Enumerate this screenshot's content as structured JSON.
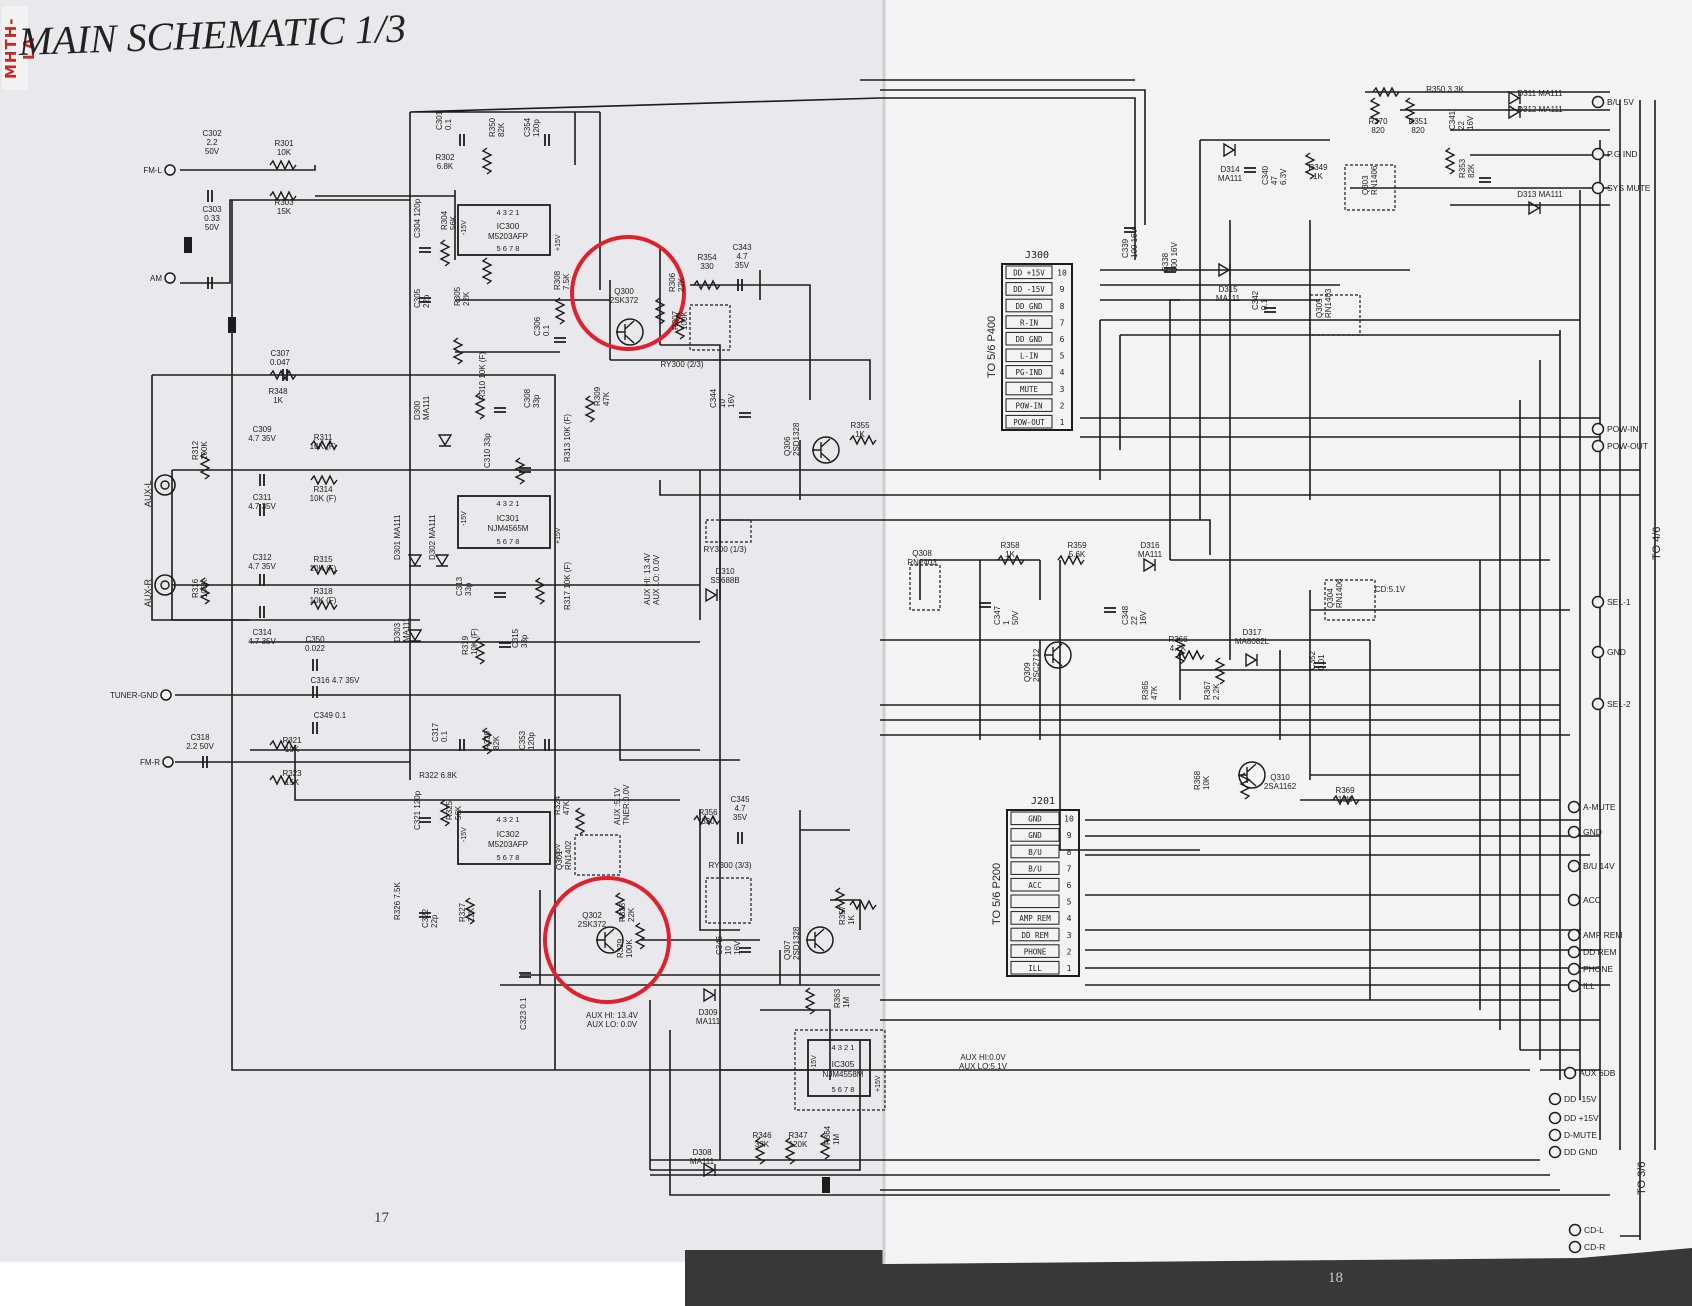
{
  "title": "MAIN SCHEMATIC 1/3",
  "watermark": "MHTH-LA",
  "page_numbers": {
    "left": "17",
    "right": "18"
  },
  "colors": {
    "paper_left": "#e9e9ed",
    "paper_right": "#f3f3f5",
    "ink": "#1c1c1c",
    "highlight": "#e0202a",
    "background": "#3a3836"
  },
  "left_inputs": [
    {
      "id": "fm_l",
      "label": "FM-L"
    },
    {
      "id": "am",
      "label": "AM"
    },
    {
      "id": "aux_l",
      "label": "AUX-L"
    },
    {
      "id": "aux_r",
      "label": "AUX-R"
    },
    {
      "id": "tuner_gnd",
      "label": "TUNER-GND"
    },
    {
      "id": "fm_r",
      "label": "FM-R"
    }
  ],
  "right_terminals": [
    {
      "id": "bu5v",
      "label": "B/U 5V"
    },
    {
      "id": "pgind",
      "label": "P.G IND"
    },
    {
      "id": "sysmute",
      "label": "SYS MUTE"
    },
    {
      "id": "powin",
      "label": "POW-IN"
    },
    {
      "id": "powout",
      "label": "POW-OUT"
    },
    {
      "id": "sel1",
      "label": "SEL-1"
    },
    {
      "id": "gnd1",
      "label": "GND"
    },
    {
      "id": "sel2",
      "label": "SEL-2"
    },
    {
      "id": "amute",
      "label": "A-MUTE"
    },
    {
      "id": "gnd2",
      "label": "GND"
    },
    {
      "id": "bu14v",
      "label": "B/U 14V"
    },
    {
      "id": "acc",
      "label": "ACC"
    },
    {
      "id": "amprem",
      "label": "AMP REM"
    },
    {
      "id": "ddrem",
      "label": "DD REM"
    },
    {
      "id": "phone",
      "label": "PHONE"
    },
    {
      "id": "ill",
      "label": "ILL"
    },
    {
      "id": "aux6db",
      "label": "AUX 6DB"
    },
    {
      "id": "dd15n",
      "label": "DD -15V"
    },
    {
      "id": "dd15p",
      "label": "DD +15V"
    },
    {
      "id": "dmute",
      "label": "D-MUTE"
    },
    {
      "id": "ddgnd",
      "label": "DD GND"
    },
    {
      "id": "cdl",
      "label": "CD-L"
    },
    {
      "id": "cdr",
      "label": "CD-R"
    }
  ],
  "side_labels": {
    "to46": "TO 4/6",
    "to36": "TO 3/6",
    "to56_p400": "TO 5/6 P400",
    "to56_p200": "TO 5/6 P200"
  },
  "connectors": {
    "j300": {
      "name": "J300",
      "pins": [
        "DD +15V",
        "DD -15V",
        "DD GND",
        "R-IN",
        "DD GND",
        "L-IN",
        "PG-IND",
        "MUTE",
        "POW-IN",
        "POW-OUT"
      ],
      "numbers": [
        "10",
        "9",
        "8",
        "7",
        "6",
        "5",
        "4",
        "3",
        "2",
        "1"
      ]
    },
    "j201": {
      "name": "J201",
      "pins": [
        "GND",
        "GND",
        "B/U",
        "B/U",
        "ACC",
        "",
        "AMP REM",
        "DD REM",
        "PHONE",
        "ILL"
      ],
      "numbers": [
        "10",
        "9",
        "8",
        "7",
        "6",
        "5",
        "4",
        "3",
        "2",
        "1"
      ]
    }
  },
  "ics": [
    {
      "id": "ic300",
      "name": "IC300",
      "part": "M5203AFP",
      "top_pins": "4 3 2 1",
      "bottom_pins": "5 6 7 8",
      "neg": "-15V",
      "pos": "+15V"
    },
    {
      "id": "ic301",
      "name": "IC301",
      "part": "NJM4565M",
      "top_pins": "4 3 2 1",
      "bottom_pins": "5 6 7 8",
      "neg": "-15V",
      "pos": "+15V"
    },
    {
      "id": "ic302",
      "name": "IC302",
      "part": "M5203AFP",
      "top_pins": "4 3 2 1",
      "bottom_pins": "5 6 7 8",
      "neg": "-15V",
      "pos": "+15V"
    },
    {
      "id": "ic305",
      "name": "IC305",
      "part": "NJM4558M",
      "top_pins": "4 3 2 1",
      "bottom_pins": "5 6 7 8",
      "neg": "-15V",
      "pos": "+15V"
    }
  ],
  "component_labels": [
    {
      "id": "c302",
      "lines": [
        "C302",
        "2.2",
        "50V"
      ]
    },
    {
      "id": "r301",
      "lines": [
        "R301",
        "10K"
      ]
    },
    {
      "id": "r303",
      "lines": [
        "R303",
        "15K"
      ]
    },
    {
      "id": "c303",
      "lines": [
        "C303",
        "0.33",
        "50V"
      ]
    },
    {
      "id": "c307",
      "lines": [
        "C307",
        "0.047"
      ]
    },
    {
      "id": "r348",
      "lines": [
        "R348",
        "1K"
      ]
    },
    {
      "id": "c309",
      "lines": [
        "C309",
        "4.7 35V"
      ]
    },
    {
      "id": "r311",
      "lines": [
        "R311",
        "10K (F)"
      ]
    },
    {
      "id": "r312",
      "lines": [
        "R312",
        "100K"
      ]
    },
    {
      "id": "c311",
      "lines": [
        "C311",
        "4.7 35V"
      ]
    },
    {
      "id": "r314",
      "lines": [
        "R314",
        "10K (F)"
      ]
    },
    {
      "id": "c312",
      "lines": [
        "C312",
        "4.7 35V"
      ]
    },
    {
      "id": "r315",
      "lines": [
        "R315",
        "10K (F)"
      ]
    },
    {
      "id": "r316",
      "lines": [
        "R316",
        "100K"
      ]
    },
    {
      "id": "r318",
      "lines": [
        "R318",
        "10K (F)"
      ]
    },
    {
      "id": "c314",
      "lines": [
        "C314",
        "4.7 35V"
      ]
    },
    {
      "id": "c350",
      "lines": [
        "C350",
        "0.022"
      ]
    },
    {
      "id": "c316",
      "lines": [
        "C316 4.7 35V"
      ]
    },
    {
      "id": "c349",
      "lines": [
        "C349 0.1"
      ]
    },
    {
      "id": "c318",
      "lines": [
        "C318",
        "2.2 50V"
      ]
    },
    {
      "id": "r321",
      "lines": [
        "R321",
        "10K"
      ]
    },
    {
      "id": "r323",
      "lines": [
        "R323",
        "15K"
      ]
    },
    {
      "id": "c301",
      "lines": [
        "C301",
        "0.1"
      ]
    },
    {
      "id": "r302",
      "lines": [
        "R302",
        "6.8K"
      ]
    },
    {
      "id": "r350a",
      "lines": [
        "R350",
        "82K"
      ]
    },
    {
      "id": "c354",
      "lines": [
        "C354",
        "120p"
      ]
    },
    {
      "id": "c304",
      "lines": [
        "C304 120p"
      ]
    },
    {
      "id": "r304",
      "lines": [
        "R304",
        "56K"
      ]
    },
    {
      "id": "c305",
      "lines": [
        "C305",
        "22p"
      ]
    },
    {
      "id": "r305",
      "lines": [
        "R305",
        "22K"
      ]
    },
    {
      "id": "r308",
      "lines": [
        "R308",
        "7.5K"
      ]
    },
    {
      "id": "c306",
      "lines": [
        "C306",
        "0.1"
      ]
    },
    {
      "id": "q300",
      "lines": [
        "Q300",
        "2SK372"
      ]
    },
    {
      "id": "r306",
      "lines": [
        "R306",
        "22K"
      ]
    },
    {
      "id": "r307",
      "lines": [
        "R307",
        "100K"
      ]
    },
    {
      "id": "r354",
      "lines": [
        "R354",
        "330"
      ]
    },
    {
      "id": "c343",
      "lines": [
        "C343",
        "4.7",
        "35V"
      ]
    },
    {
      "id": "ry300a",
      "lines": [
        "RY300 (2/3)"
      ]
    },
    {
      "id": "c344",
      "lines": [
        "C344",
        "10",
        "16V"
      ]
    },
    {
      "id": "q306",
      "lines": [
        "Q306",
        "2SD1328"
      ]
    },
    {
      "id": "r355",
      "lines": [
        "R355",
        "1K"
      ]
    },
    {
      "id": "r309",
      "lines": [
        "R309",
        "47K"
      ]
    },
    {
      "id": "d300",
      "lines": [
        "D300",
        "MA111"
      ]
    },
    {
      "id": "r310",
      "lines": [
        "R310 10K (F)"
      ]
    },
    {
      "id": "c308",
      "lines": [
        "C308",
        "33p"
      ]
    },
    {
      "id": "c310",
      "lines": [
        "C310 33p"
      ]
    },
    {
      "id": "r313",
      "lines": [
        "R313 10K (F)"
      ]
    },
    {
      "id": "d301",
      "lines": [
        "D301 MA111"
      ]
    },
    {
      "id": "d302",
      "lines": [
        "D302 MA111"
      ]
    },
    {
      "id": "c313",
      "lines": [
        "C313",
        "33p"
      ]
    },
    {
      "id": "r317",
      "lines": [
        "R317 10K (F)"
      ]
    },
    {
      "id": "d303",
      "lines": [
        "D303",
        "MA111"
      ]
    },
    {
      "id": "r319",
      "lines": [
        "R319",
        "10K (F)"
      ]
    },
    {
      "id": "c315",
      "lines": [
        "C315",
        "33p"
      ]
    },
    {
      "id": "auxhi1",
      "lines": [
        "AUX HI: 13.4V",
        "AUX LO: 0.0V"
      ]
    },
    {
      "id": "ry300b",
      "lines": [
        "RY300 (1/3)"
      ]
    },
    {
      "id": "d310",
      "lines": [
        "D310",
        "SS688B"
      ]
    },
    {
      "id": "c317",
      "lines": [
        "C317",
        "0.1"
      ]
    },
    {
      "id": "r320",
      "lines": [
        "R320",
        "82K"
      ]
    },
    {
      "id": "c353",
      "lines": [
        "C353",
        "120p"
      ]
    },
    {
      "id": "r322",
      "lines": [
        "R322 6.8K"
      ]
    },
    {
      "id": "c321",
      "lines": [
        "C321 120p"
      ]
    },
    {
      "id": "r325",
      "lines": [
        "R325",
        "56K"
      ]
    },
    {
      "id": "r324",
      "lines": [
        "R324",
        "47K"
      ]
    },
    {
      "id": "q301",
      "lines": [
        "Q301",
        "RN1402"
      ]
    },
    {
      "id": "aux15",
      "lines": [
        "AUX :5.1V",
        "TNER:0.0V"
      ]
    },
    {
      "id": "r326",
      "lines": [
        "R326 7.5K"
      ]
    },
    {
      "id": "c322",
      "lines": [
        "C322",
        "22p"
      ]
    },
    {
      "id": "r327",
      "lines": [
        "R327",
        "22K"
      ]
    },
    {
      "id": "q302",
      "lines": [
        "Q302",
        "2SK372"
      ]
    },
    {
      "id": "r328",
      "lines": [
        "R328",
        "22K"
      ]
    },
    {
      "id": "r329",
      "lines": [
        "R329",
        "100K"
      ]
    },
    {
      "id": "c323",
      "lines": [
        "C323 0.1"
      ]
    },
    {
      "id": "auxhi2",
      "lines": [
        "AUX HI: 13.4V",
        "AUX LO: 0.0V"
      ]
    },
    {
      "id": "r356",
      "lines": [
        "R356",
        "330"
      ]
    },
    {
      "id": "c345",
      "lines": [
        "C345",
        "4.7",
        "35V"
      ]
    },
    {
      "id": "ry300c",
      "lines": [
        "RY300 (3/3)"
      ]
    },
    {
      "id": "c346",
      "lines": [
        "C346",
        "10",
        "16V"
      ]
    },
    {
      "id": "q307",
      "lines": [
        "Q307",
        "2SD1328"
      ]
    },
    {
      "id": "r357",
      "lines": [
        "R357",
        "1K"
      ]
    },
    {
      "id": "d309",
      "lines": [
        "D309",
        "MA111"
      ]
    },
    {
      "id": "r363",
      "lines": [
        "R363",
        "1M"
      ]
    },
    {
      "id": "auxhi3",
      "lines": [
        "AUX HI:0.0V",
        "AUX LO:5.1V"
      ]
    },
    {
      "id": "d308",
      "lines": [
        "D308",
        "MA111"
      ]
    },
    {
      "id": "r346",
      "lines": [
        "R346",
        "33K"
      ]
    },
    {
      "id": "r347",
      "lines": [
        "R347",
        "120K"
      ]
    },
    {
      "id": "r364",
      "lines": [
        "R364",
        "1M"
      ]
    },
    {
      "id": "r350b",
      "lines": [
        "R350 3.3K"
      ]
    },
    {
      "id": "d311",
      "lines": [
        "D311 MA111"
      ]
    },
    {
      "id": "d312",
      "lines": [
        "D312 MA111"
      ]
    },
    {
      "id": "r370",
      "lines": [
        "R370",
        "820"
      ]
    },
    {
      "id": "r351",
      "lines": [
        "R351",
        "820"
      ]
    },
    {
      "id": "c341",
      "lines": [
        "C341",
        "22",
        "16V"
      ]
    },
    {
      "id": "d314",
      "lines": [
        "D314",
        "MA111"
      ]
    },
    {
      "id": "c340",
      "lines": [
        "C340",
        "47",
        "6.3V"
      ]
    },
    {
      "id": "r349",
      "lines": [
        "R349",
        "1K"
      ]
    },
    {
      "id": "q303",
      "lines": [
        "Q303",
        "RN1406"
      ]
    },
    {
      "id": "r353",
      "lines": [
        "R353",
        "82K"
      ]
    },
    {
      "id": "d313",
      "lines": [
        "D313 MA111"
      ]
    },
    {
      "id": "c339",
      "lines": [
        "C339",
        "100 16V"
      ]
    },
    {
      "id": "c338",
      "lines": [
        "C338",
        "100 16V"
      ]
    },
    {
      "id": "d315",
      "lines": [
        "D315",
        "MA111"
      ]
    },
    {
      "id": "c342",
      "lines": [
        "C342",
        "0.1"
      ]
    },
    {
      "id": "q305",
      "lines": [
        "Q305",
        "RN1403"
      ]
    },
    {
      "id": "q308",
      "lines": [
        "Q308",
        "RN2403"
      ]
    },
    {
      "id": "r358",
      "lines": [
        "R358",
        "1K"
      ]
    },
    {
      "id": "r359",
      "lines": [
        "R359",
        "5.6K"
      ]
    },
    {
      "id": "d316",
      "lines": [
        "D316",
        "MA111"
      ]
    },
    {
      "id": "c347",
      "lines": [
        "C347",
        "1",
        "50V"
      ]
    },
    {
      "id": "c348",
      "lines": [
        "C348",
        "22",
        "16V"
      ]
    },
    {
      "id": "q309",
      "lines": [
        "Q309",
        "2SC2712"
      ]
    },
    {
      "id": "r366",
      "lines": [
        "R366",
        "4.7K"
      ]
    },
    {
      "id": "d317",
      "lines": [
        "D317",
        "MA8082L"
      ]
    },
    {
      "id": "r365",
      "lines": [
        "R365",
        "47K"
      ]
    },
    {
      "id": "r367",
      "lines": [
        "R367",
        "2.2K"
      ]
    },
    {
      "id": "c352",
      "lines": [
        "C352",
        "0.01"
      ]
    },
    {
      "id": "q304",
      "lines": [
        "Q304",
        "RN1406"
      ]
    },
    {
      "id": "cd51",
      "lines": [
        "CD:5.1V"
      ]
    },
    {
      "id": "r368",
      "lines": [
        "R368",
        "10K"
      ]
    },
    {
      "id": "q310",
      "lines": [
        "Q310",
        "2SA1162"
      ]
    },
    {
      "id": "r369",
      "lines": [
        "R369",
        "10K"
      ]
    }
  ]
}
